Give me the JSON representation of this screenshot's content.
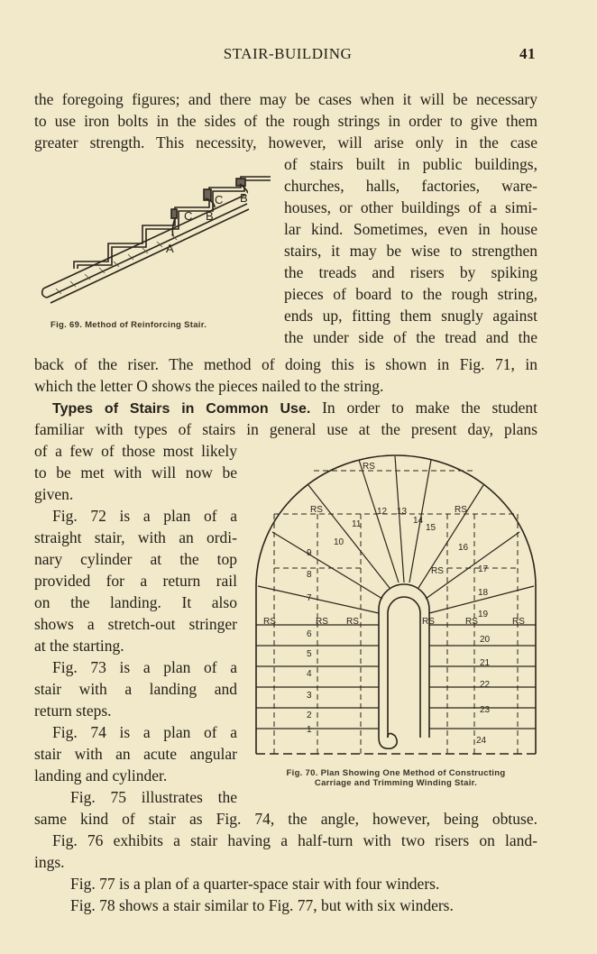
{
  "header": {
    "title": "STAIR-BUILDING",
    "page_number": "41"
  },
  "lines_top": [
    "the foregoing figures; and there may be cases when it will be necessary",
    "to use iron bolts in the sides of the rough strings in order to give them",
    "greater strength.  This necessity, however, will arise only in the case"
  ],
  "lines_right": [
    "of stairs built in public buildings,",
    "churches, halls, factories, ware-",
    "houses, or other buildings of a simi-",
    "lar kind.  Sometimes, even in house",
    "stairs, it may be wise to strengthen",
    "the treads and risers by spiking",
    "pieces of board to the rough string,",
    "ends up, fitting them snugly against",
    "the under side of the tread and the"
  ],
  "fig69": {
    "caption": "Fig. 69.  Method of Reinforcing Stair.",
    "labels": {
      "a": "A",
      "b1": "B",
      "b2": "B",
      "c1": "C",
      "c2": "C"
    }
  },
  "lines_mid": [
    "back of the riser.  The method of doing this is shown in Fig. 71, in",
    "which the letter O shows the pieces nailed to the string."
  ],
  "types_heading": "Types of Stairs in Common Use.",
  "types_rest": "  In order to make the student",
  "line_familiar": "familiar with types of stairs in general use at the present day, plans",
  "lines_left": [
    "of a few of those most likely",
    "to be met with will now be",
    "given.",
    "Fig. 72 is a plan of a",
    "straight stair, with an ordi-",
    "nary cylinder at the top",
    "provided for a return rail",
    "on the landing.   It also",
    "shows a stretch-out stringer",
    "at the starting.",
    "Fig. 73 is a plan of a",
    "stair with a landing and",
    "return steps.",
    "Fig. 74 is a plan of a",
    "stair with an acute angular",
    "landing and cylinder.",
    "Fig. 75 illustrates the"
  ],
  "fig70": {
    "caption_line1": "Fig. 70.  Plan Showing One Method of Constructing",
    "caption_line2": "Carriage and Trimming Winding Stair.",
    "rs": "RS",
    "steps": [
      "1",
      "2",
      "3",
      "4",
      "5",
      "6",
      "7",
      "8",
      "9",
      "10",
      "11",
      "12",
      "13",
      "14",
      "15",
      "16",
      "17",
      "18",
      "19",
      "20",
      "21",
      "22",
      "23",
      "24"
    ]
  },
  "lines_bottom": [
    "same kind of stair as Fig. 74, the angle, however, being obtuse.",
    "Fig. 76 exhibits a stair having a half-turn with two risers on land-",
    "ings.",
    "Fig. 77 is a plan of a quarter-space stair with four winders.",
    "Fig. 78 shows a stair similar to Fig. 77, but with six winders."
  ]
}
